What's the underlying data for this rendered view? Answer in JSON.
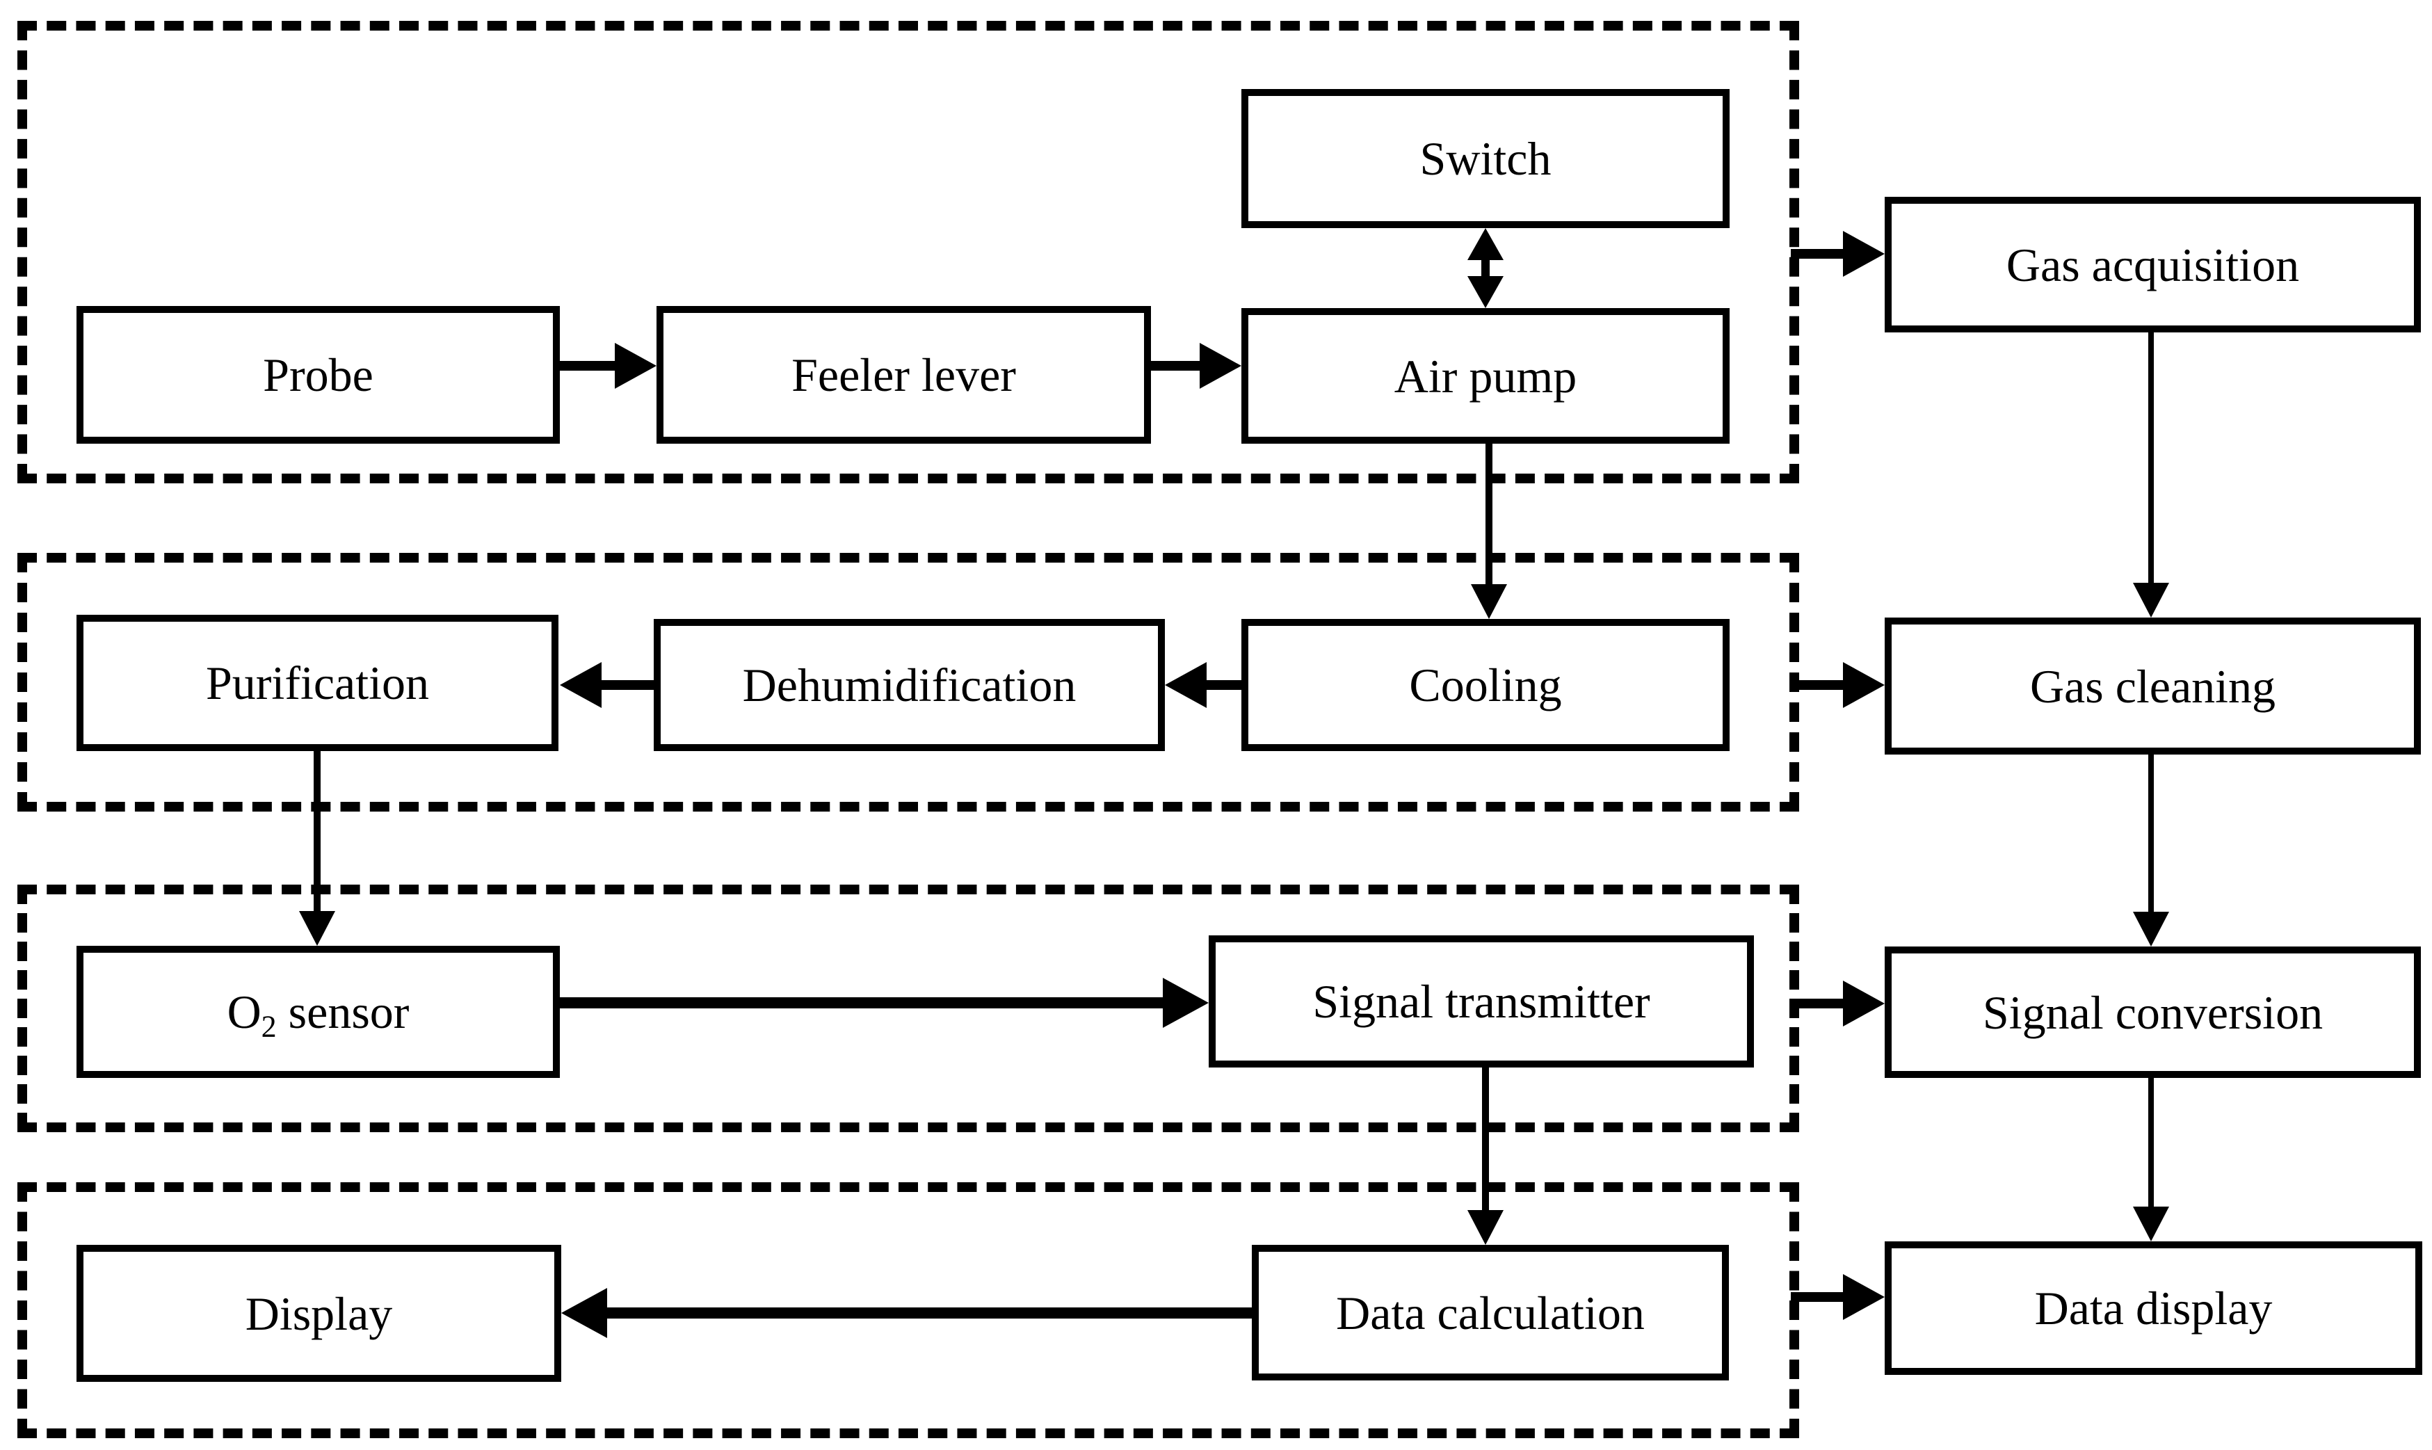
{
  "colors": {
    "ink": "#000000",
    "background": "#ffffff"
  },
  "boxes": {
    "probe": {
      "label": "Probe"
    },
    "feeler_lever": {
      "label": "Feeler lever"
    },
    "switch": {
      "label": "Switch"
    },
    "air_pump": {
      "label": "Air pump"
    },
    "gas_acquisition": {
      "label": "Gas acquisition"
    },
    "purification": {
      "label": "Purification"
    },
    "dehumidification": {
      "label": "Dehumidification"
    },
    "cooling": {
      "label": "Cooling"
    },
    "gas_cleaning": {
      "label": "Gas cleaning"
    },
    "o2_sensor": {
      "base": "O",
      "sub": "2",
      "rest": " sensor"
    },
    "signal_transmitter": {
      "label": "Signal transmitter"
    },
    "signal_conversion": {
      "label": "Signal conversion"
    },
    "display": {
      "label": "Display"
    },
    "data_calculation": {
      "label": "Data calculation"
    },
    "data_display": {
      "label": "Data display"
    }
  }
}
